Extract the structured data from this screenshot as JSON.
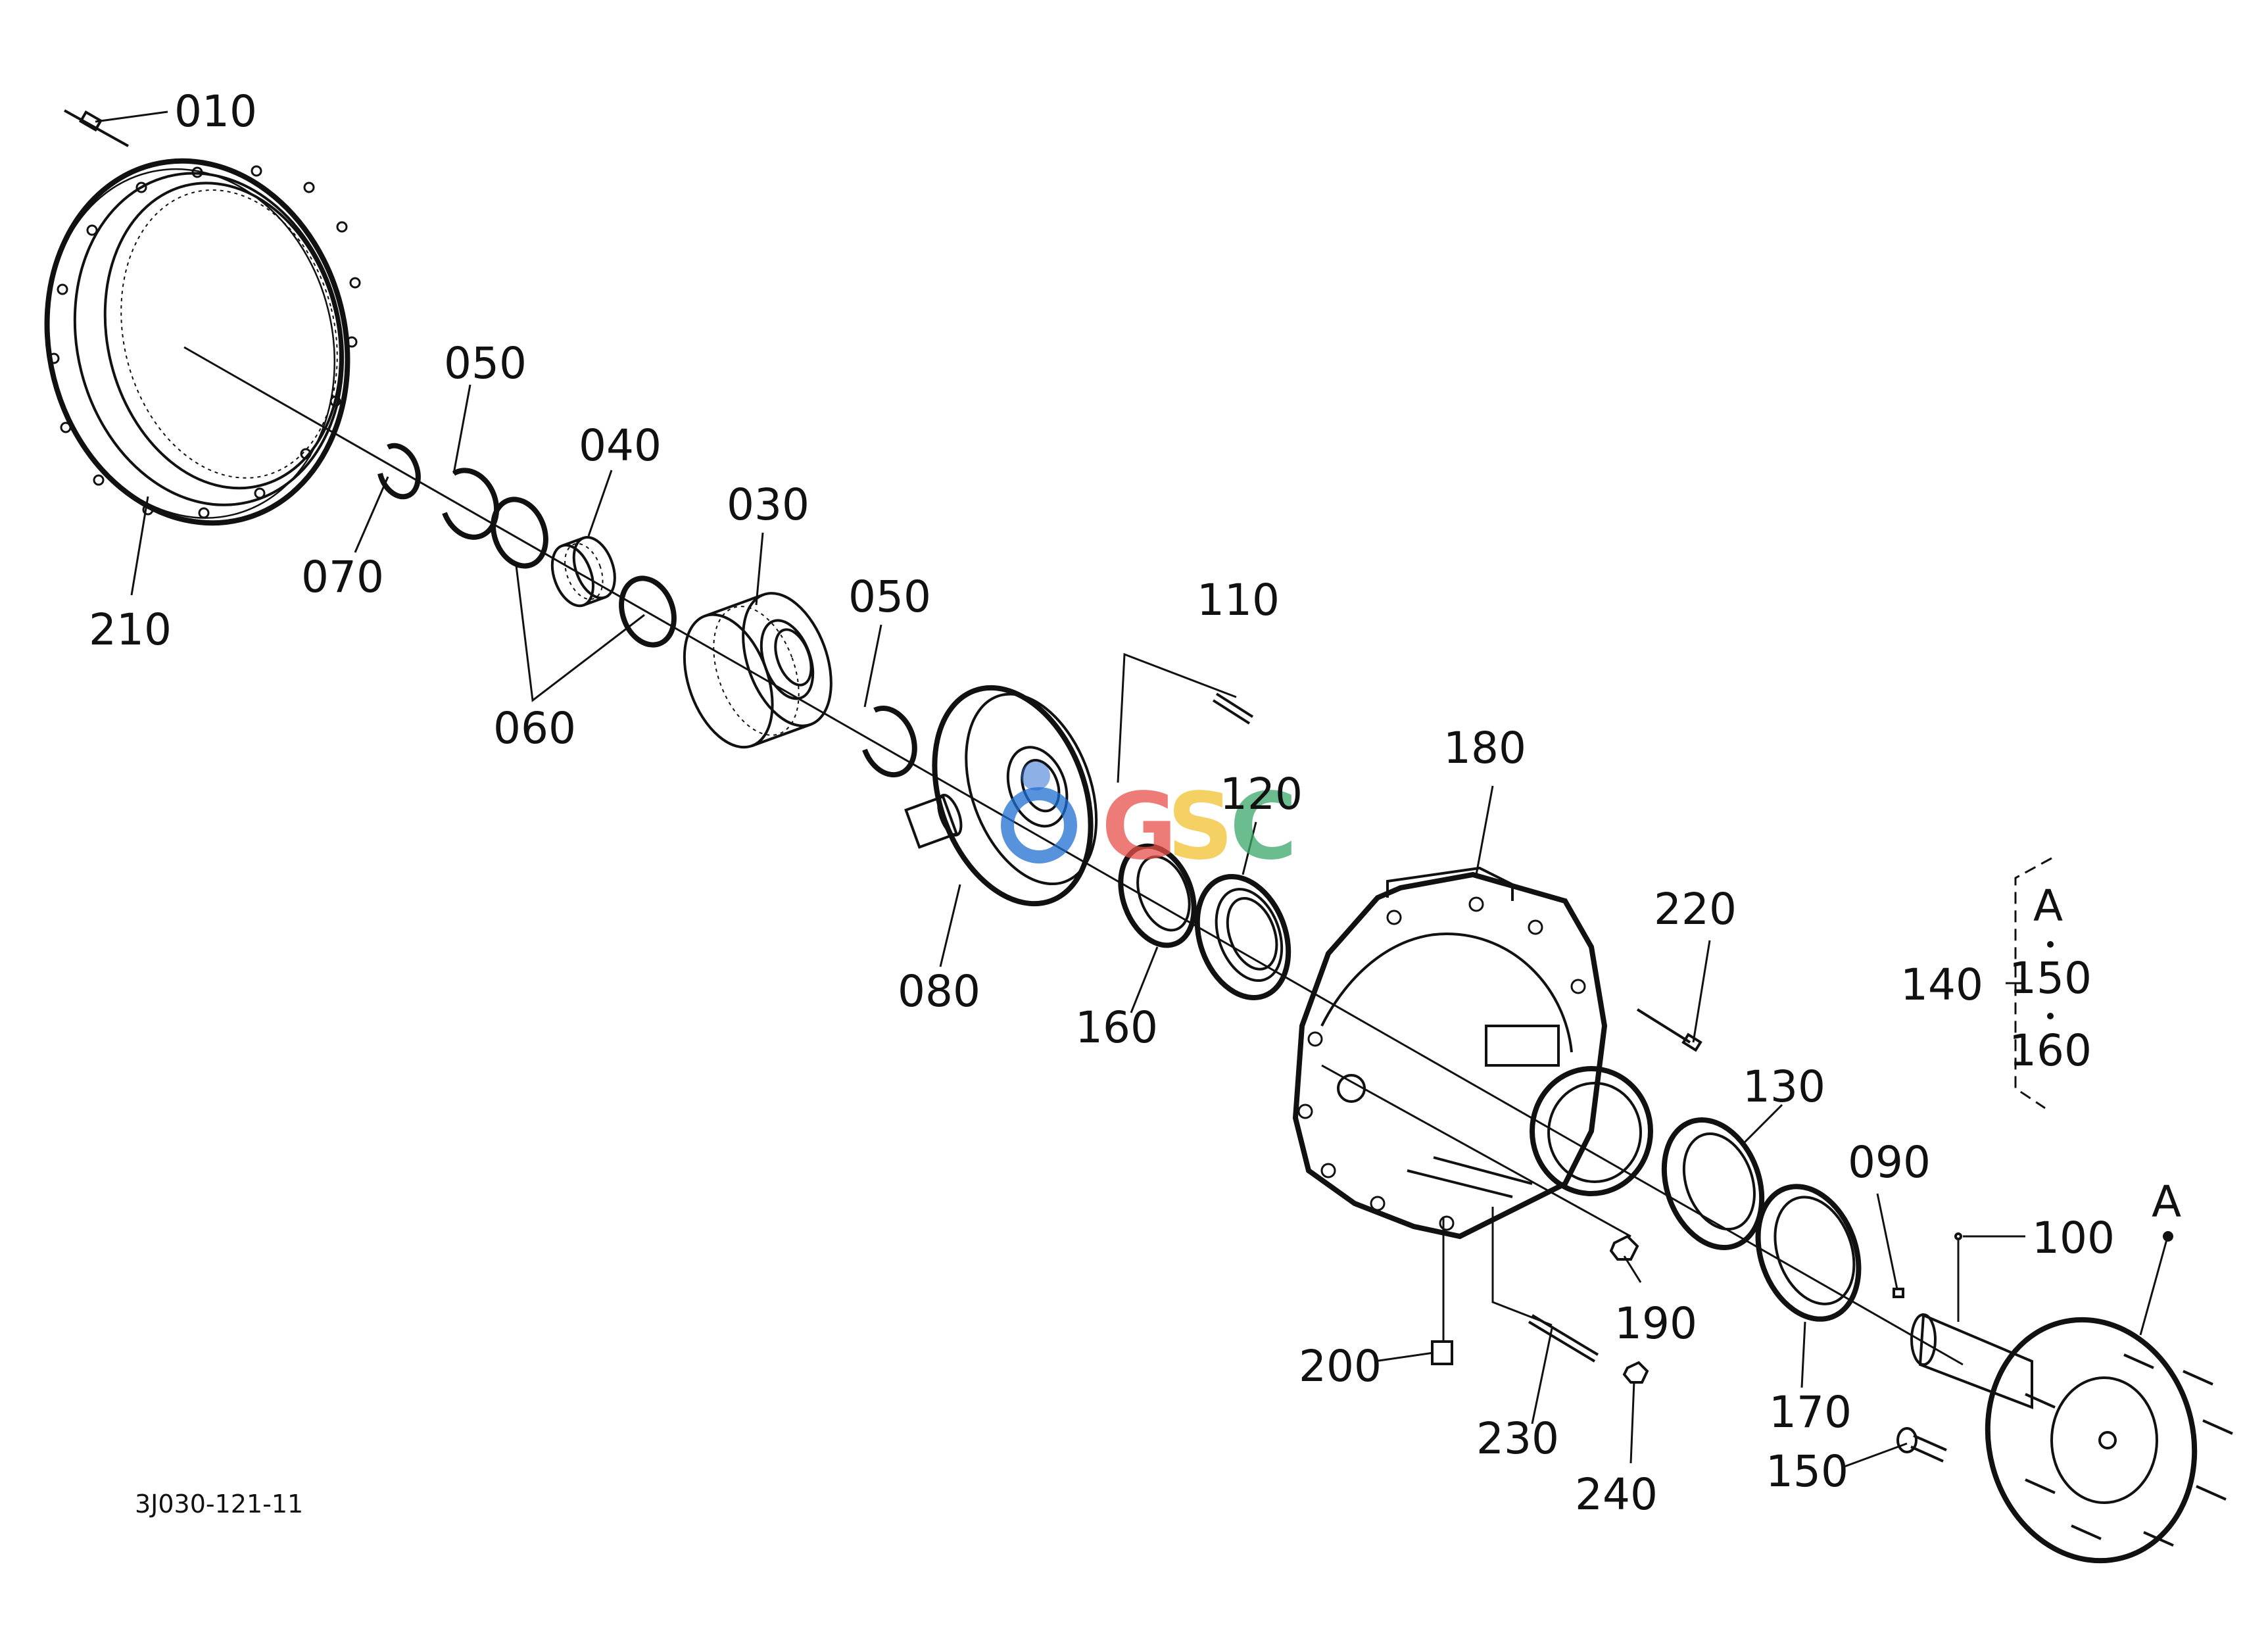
{
  "diagram_code": "3J030-121-11",
  "watermark": "OGSC",
  "watermark_colors": [
    "#1f6fd1",
    "#e8504a",
    "#f2c12e",
    "#3aa66a"
  ],
  "labels": {
    "p010": "010",
    "p030": "030",
    "p040": "040",
    "p050_top": "050",
    "p050_mid": "050",
    "p060": "060",
    "p070": "070",
    "p080": "080",
    "p090": "090",
    "p100": "100",
    "p110": "110",
    "p120": "120",
    "p130": "130",
    "p140": "140",
    "p150_bottom": "150",
    "p160": "160",
    "p170": "170",
    "p180": "180",
    "p190": "190",
    "p200": "200",
    "p210": "210",
    "p220": "220",
    "p230": "230",
    "p240": "240"
  },
  "kit_group": {
    "marker": "A",
    "items": [
      "A",
      "150",
      "160"
    ]
  },
  "ref_marker": "A"
}
